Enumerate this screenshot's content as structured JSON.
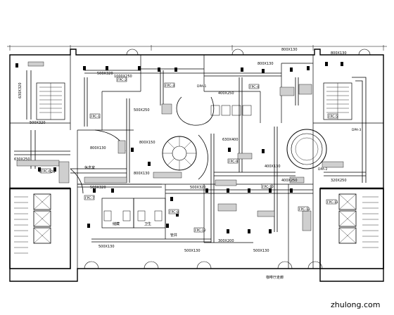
{
  "drawing": {
    "duct_sizes": {
      "d_500x320_top": "500X320",
      "d_1000x250": "1000X250",
      "d_800x130_top": "800X130",
      "d_800x130_right": "800X130",
      "d_800x130_right2": "800X130",
      "d_500x250_mid": "500X250",
      "d_630x320_left": "630X320",
      "d_500x320_left": "500X320",
      "d_800x130_a": "800X130",
      "d_800x130_b": "800X130",
      "d_630x250_left": "630X250",
      "d_630x320_low": "630X320",
      "d_500x320_low": "500X320",
      "d_500x130_low": "500X130",
      "d_500x130_bot": "500X130",
      "d_300x200": "300X200",
      "d_500x130_c": "500X130",
      "d_400x250_a": "400X250",
      "d_400x250_b": "400X250",
      "d_800x150": "800X150",
      "d_630x400": "630X400",
      "d_320x250": "320X250",
      "d_400x130": "400X130",
      "d_500x320_vert": "500X320"
    },
    "equipment_tags": {
      "fpc_1": "FPC-1",
      "fpc_2": "FPC-2",
      "fpc_3": "FPC-3",
      "fpc_4": "FPC-4",
      "fpc_5": "FPC-5",
      "fpc_6": "FPC-6",
      "fpc_7": "FPC-7",
      "fpc_8": "FPC-8",
      "fpc_9": "FPC-9",
      "fpc_10": "FPC-10",
      "fpc_11": "FPC-11",
      "fpc_12": "FPC-12",
      "fpc_13": "FPC-13",
      "dpa_1": "DPA-1",
      "dpa_2": "DPA-2",
      "dpa_3": "DPA-3"
    },
    "room_labels": {
      "lounge_left": "休息室",
      "storage": "储藏",
      "wc": "卫生",
      "shaft": "管井",
      "bottom_room": "咖啡厅走廊"
    },
    "watermark": "zhulong.com"
  }
}
